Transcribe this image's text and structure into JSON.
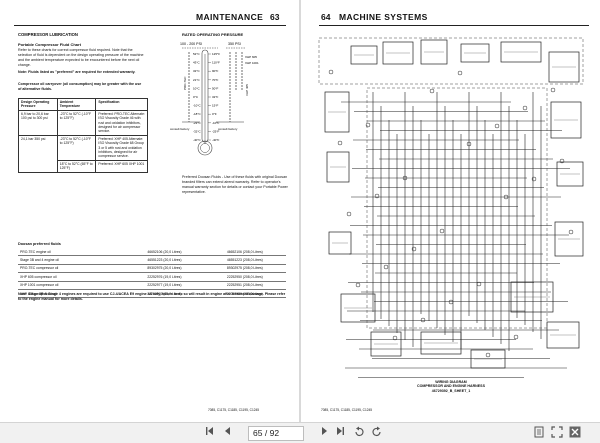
{
  "left_page": {
    "header_title": "MAINTENANCE",
    "page_number": "63",
    "section_title": "COMPRESSOR LUBRICATION",
    "subsection_title": "Portable Compressor Fluid Chart",
    "para1": "Refer to these charts for correct compressor fluid required. Note that the selection of fluid is dependent on the design operating pressure of the machine and the ambient temperature expected to be encountered before the next oil change.",
    "para2": "Note: Fluids listed as \"preferred\" are required for extended warranty.",
    "para3": "Compressor oil carryover (oil consumption) may be greater with the use of alternative fluids.",
    "spec_table": {
      "headers": [
        "Design Operating Pressure",
        "Ambient Temperature",
        "Specification"
      ],
      "rows": [
        [
          "6,9 bar to 20,6 bar 100 psi to 300 psi",
          "-23°C to 52°C (-10°F to 125°F)",
          "Preferred: PRO-TEC Alternate: ISO Viscosity Grade 46 with rust and oxidation inhibitors, designed for air compressor service."
        ],
        [
          "24,1 bar 350 psi",
          "-23°C to 52°C (-10°F to 125°F)",
          "Preferred: XHP 405 Alternate: ISO Viscosity Grade 68 Group 3 or 5 with rust and oxidation inhibitors, designed for air compressor service."
        ],
        [
          "",
          "18°C to 52°C (65°F to 125°F)",
          "Preferred: XHP 605 XHP 1001"
        ]
      ]
    },
    "chart": {
      "title": "RATED OPERATING PRESSURE",
      "pressure_labels": [
        "100 - 200 PSI",
        "350 PSI"
      ],
      "temps": [
        "52°C",
        "43°C",
        "32°C",
        "21°C",
        "10°C",
        "0°C",
        "-10°C",
        "-18°C",
        "-23°C",
        "-32°C",
        "-40°C"
      ],
      "temps_f": [
        "125°F",
        "110°F",
        "90°F",
        "70°F",
        "50°F",
        "32°F",
        "15°F",
        "0°F",
        "-10°F",
        "-25°F",
        "-40°F"
      ],
      "series_labels": [
        "PRO-TEC",
        "XHP 405",
        "XHP 605",
        "XHP 1001"
      ],
      "consult_left": "consult factory",
      "consult_right": "consult factory"
    },
    "chart_note": "Preferred Doosan Fluids - Use of these fluids with original Doosan branded filters can extend airend warranty. Refer to operator's manual warranty section for details or contact your Portable Power representative.",
    "fluids_title": "Doosan preferred fluids",
    "fluids": [
      [
        "PRO-TEC engine oil",
        "46652106 (20,0 Litres)",
        "46652106 (208,0 Litres)"
      ],
      [
        "Stage 3B and 4 engine oil",
        "46551223 (20,0 Litres)",
        "46551223 (208,0 Litres)"
      ],
      [
        "PRO-TEC compressor oil",
        "89302975 (20,0 Litres)",
        "89302975 (208,0 Litres)"
      ],
      [
        "XHP 605 compressor oil",
        "22252976 (19,0 Litres)",
        "22252950 (208,0 Litres)"
      ],
      [
        "XHP 1001 compressor oil",
        "22252977 (19,0 Litres)",
        "22252951 (208,0 Litres)"
      ],
      [
        "XHP 405 compressor oil",
        "22252976 (19,0 Litres)",
        "22252950 (208,0 Litres)"
      ]
    ],
    "fluids_note": "Note: Stage 3B & Stage 4 engines are required to use CJ-4/ACEA E9 engine oil only, failure to do so will result in engine after treatment damage. Please refer to the engine manual for more details.",
    "footer": "7085, C1175, C1185, C1195, C1245"
  },
  "right_page": {
    "page_number": "64",
    "header_title": "MACHINE SYSTEMS",
    "caption_lines": [
      "WIRING DIAGRAM",
      "COMPRESSOR AND ENGINE HARNESS",
      "46729392_B_SHEET_1"
    ],
    "footer": "7085, C1175, C1185, C1195, C1245"
  },
  "toolbar": {
    "current_page": "65",
    "separator": "/",
    "total_pages": "92",
    "icons": [
      "first-page-icon",
      "prev-page-icon",
      "next-page-icon",
      "last-page-icon",
      "rotate-left-icon",
      "rotate-right-icon",
      "fit-page-icon",
      "fullscreen-icon",
      "close-icon"
    ]
  }
}
